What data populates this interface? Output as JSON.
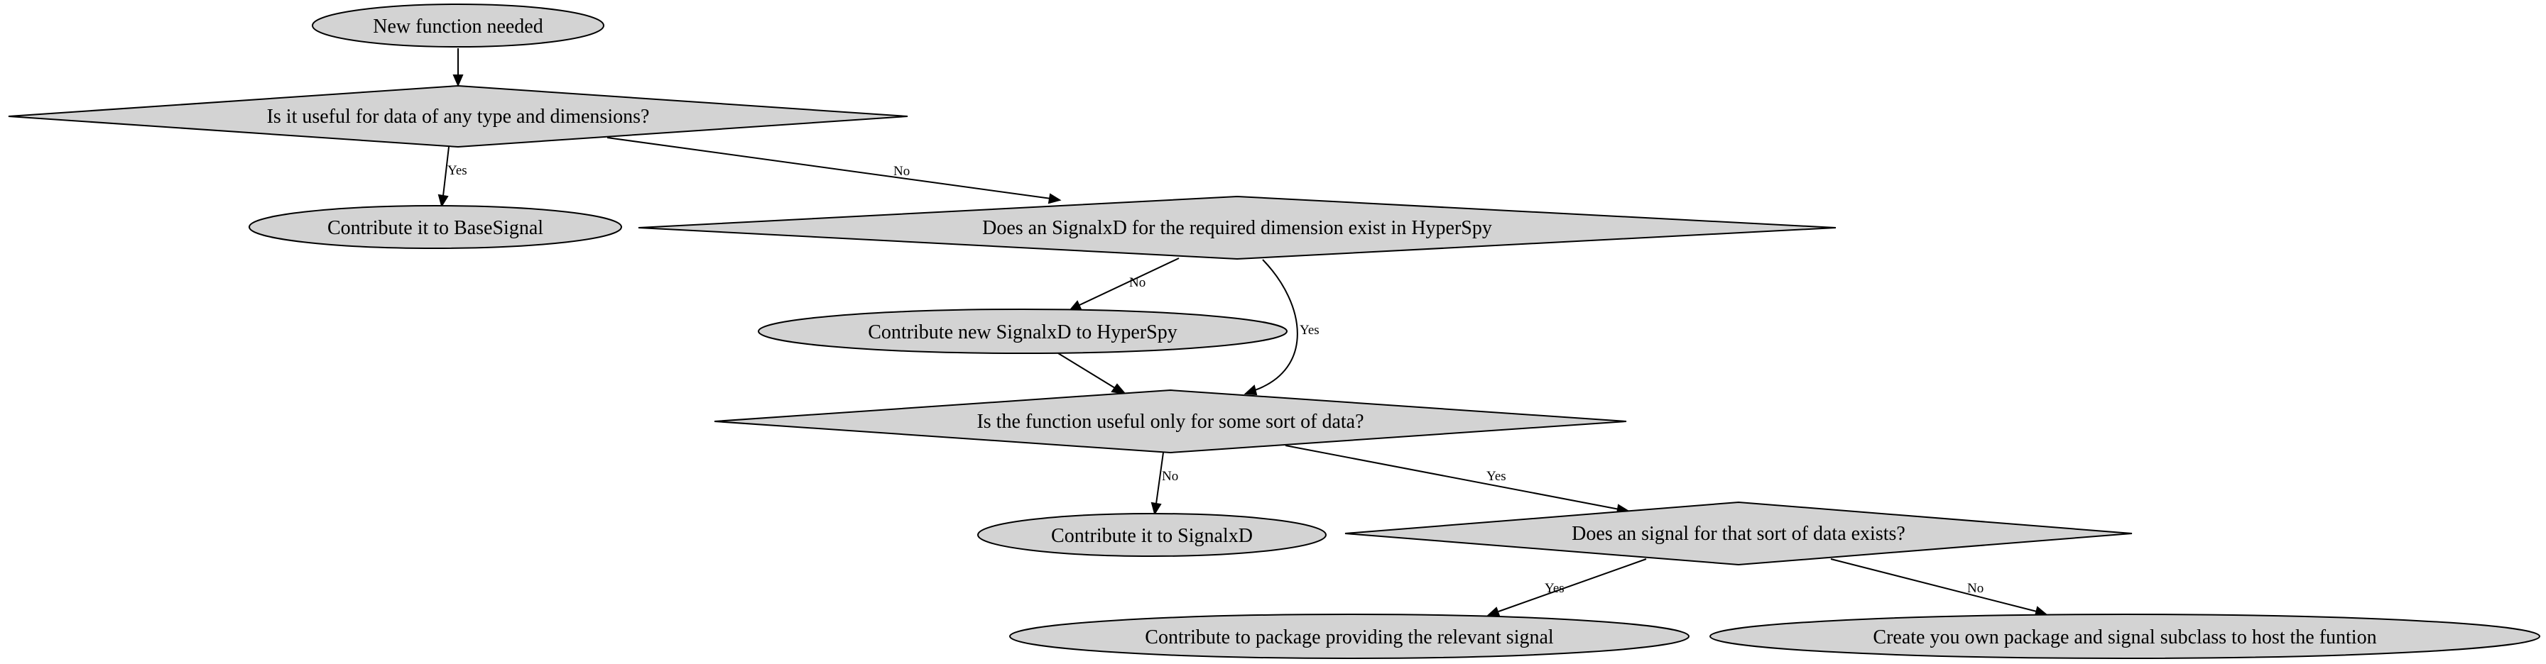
{
  "nodes": {
    "new_function": "New function needed",
    "q_any_type": "Is it useful for data of any type and dimensions?",
    "base_signal": "Contribute it to BaseSignal",
    "q_signalxd_exists": "Does an SignalxD for the required dimension exist in HyperSpy",
    "new_signalxd": "Contribute new SignalxD to HyperSpy",
    "q_some_data": "Is the function useful only for some sort of data?",
    "signalxd": "Contribute it to SignalxD",
    "q_signal_exists": "Does an signal for that sort of data exists?",
    "package_signal": "Contribute to package providing the relevant signal",
    "own_package": "Create you own package and signal subclass to host the funtion"
  },
  "edge_labels": {
    "any_yes": "Yes",
    "any_no": "No",
    "exists_no": "No",
    "exists_yes": "Yes",
    "some_no": "No",
    "some_yes": "Yes",
    "signal_yes": "Yes",
    "signal_no": "No"
  }
}
